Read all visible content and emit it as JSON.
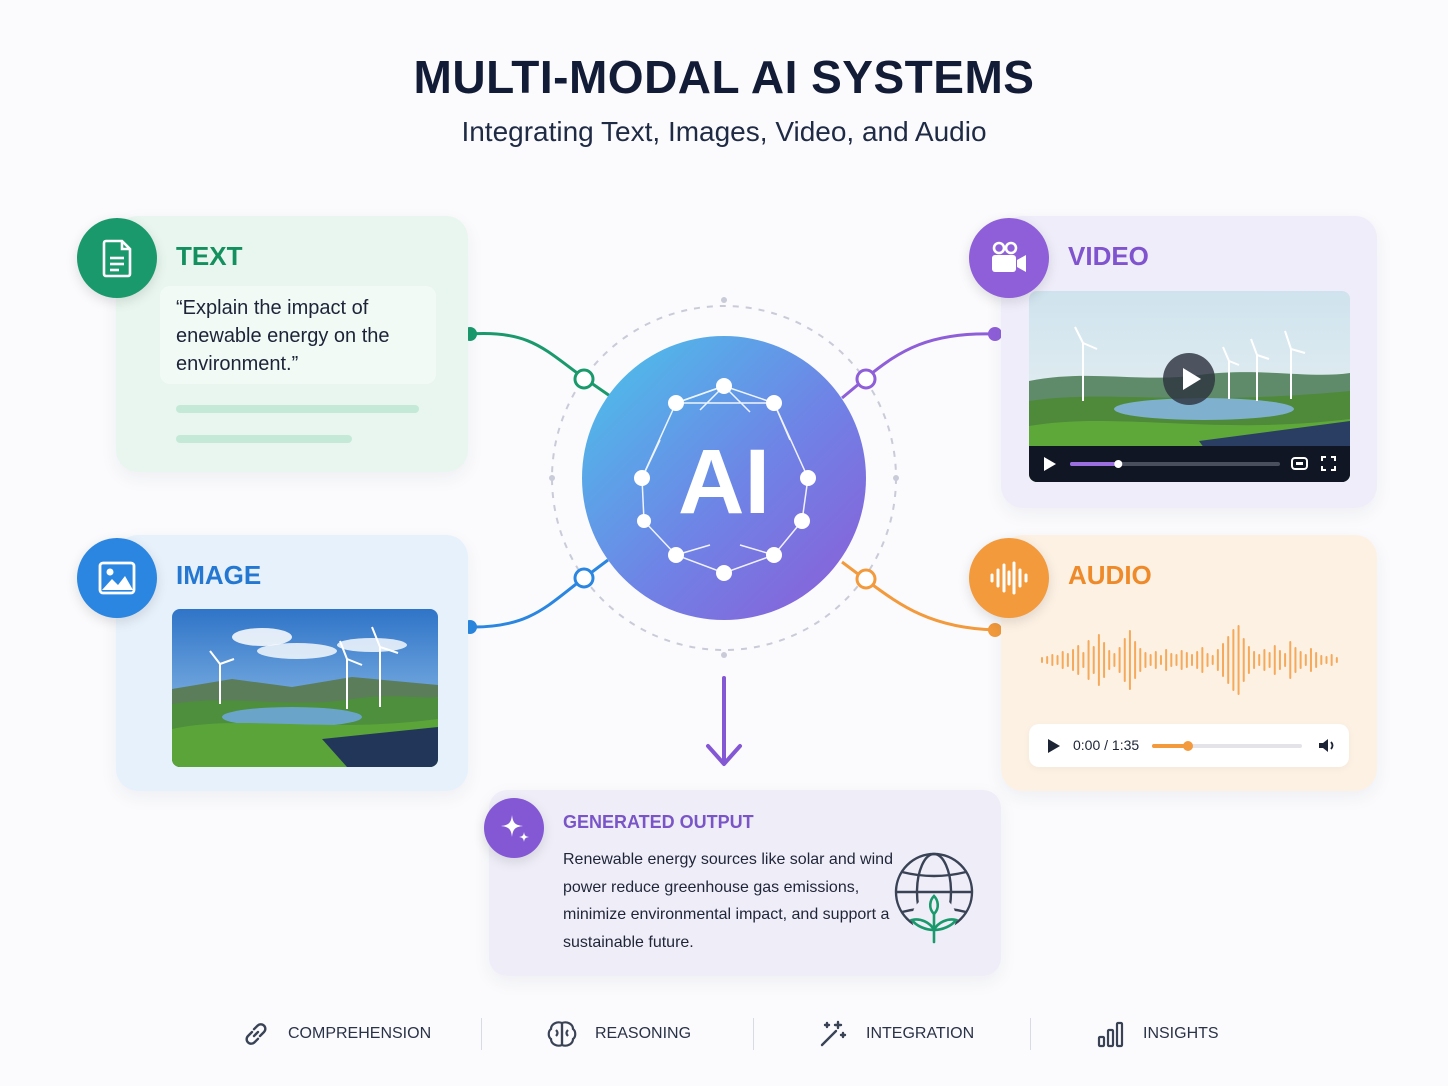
{
  "header": {
    "title": "MULTI-MODAL AI SYSTEMS",
    "subtitle": "Integrating Text, Images, Video, and Audio"
  },
  "hub": {
    "label": "AI",
    "gradient_start": "#4fc3ea",
    "gradient_end": "#8a5fd6"
  },
  "text_card": {
    "label": "TEXT",
    "icon": "document-icon",
    "color": "#1a9a6c",
    "prompt": "“Explain the impact of enewable energy on the environment.”"
  },
  "image_card": {
    "label": "IMAGE",
    "icon": "image-icon",
    "color": "#2a86e0"
  },
  "video_card": {
    "label": "VIDEO",
    "icon": "video-camera-icon",
    "color": "#8e5fd8",
    "progress": 0.23
  },
  "audio_card": {
    "label": "AUDIO",
    "icon": "waveform-icon",
    "color": "#f29a3c",
    "time": "0:00 / 1:35",
    "progress": 0.24
  },
  "output_card": {
    "label": "GENERATED OUTPUT",
    "icon": "sparkle-icon",
    "text": "Renewable energy sources like solar and wind power reduce greenhouse gas emissions, minimize environmental impact, and support a sustainable future."
  },
  "footer": {
    "items": [
      {
        "label": "COMPREHENSION",
        "icon": "link-icon"
      },
      {
        "label": "REASONING",
        "icon": "brain-icon"
      },
      {
        "label": "INTEGRATION",
        "icon": "magic-wand-icon"
      },
      {
        "label": "INSIGHTS",
        "icon": "bar-chart-icon"
      }
    ]
  }
}
